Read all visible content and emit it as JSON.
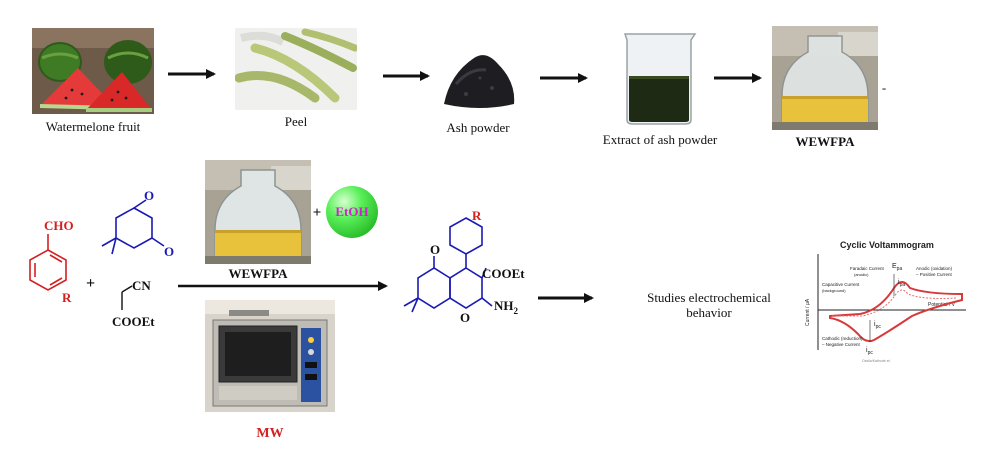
{
  "top_flow": {
    "watermelon_label": "Watermelone fruit",
    "peel_label": "Peel",
    "ash_label": "Ash powder",
    "extract_label": "Extract of ash powder",
    "product_label": "WEWFPA",
    "trailing_mark": "-"
  },
  "reaction": {
    "aldehyde_group": "CHO",
    "aldehyde_sub": "R",
    "plus": "+",
    "dione_o1": "O",
    "dione_o2": "O",
    "cn_group": "CN",
    "ester_group": "COOEt",
    "catalyst_label": "WEWFPA",
    "solvent_label": "EtOH",
    "mw_label": "MW",
    "product_o_ketone": "O",
    "product_o_ring": "O",
    "product_r": "R",
    "product_ester": "COOEt",
    "product_amine": "NH",
    "product_amine_sub": "2",
    "studies_label": "Studies electrochemical behavior"
  },
  "cv_plot": {
    "title": "Cyclic Voltammogram",
    "epa": "E",
    "epa_sub": "pa",
    "ipa": "i",
    "ipa_sub": "pa",
    "ipc": "i",
    "ipc_sub": "pc",
    "ipc2": "i",
    "ipc2_sub": "pc",
    "faradaic": "Faradaic Current",
    "faradaic_sub": "(anodic)",
    "anodic": "Anodic (oxidation)",
    "anodic2": "– Positive Current",
    "capacitive": "Capacitive Current",
    "capacitive_sub": "(background)",
    "cathodic": "Cathodic (reduction)",
    "cathodic2": "– Negative Current",
    "ylabel": "Current / μA",
    "xlabel": "Potential / V",
    "credit": "Ossila/Kathode et."
  },
  "colors": {
    "red": "#d42020",
    "blue": "#1a1ab4",
    "green_sphere": "#3de03d",
    "magenta": "#d020d0",
    "cv_curve": "#d63a3a"
  }
}
